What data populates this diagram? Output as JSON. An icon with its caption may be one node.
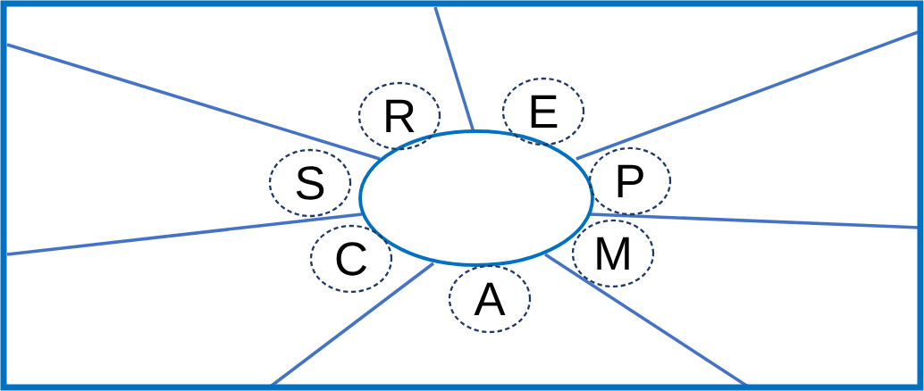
{
  "diagram": {
    "nodes": [
      {
        "text": [],
        "shape": "circle"
      },
      {
        "text": [
          "R"
        ]
      },
      {
        "text": [
          "E"
        ]
      },
      {
        "text": [
          "S"
        ]
      },
      {
        "text": [
          "P"
        ]
      },
      {
        "text": [
          "C"
        ]
      },
      {
        "text": [
          "M"
        ]
      },
      {
        "text": [
          "A"
        ]
      }
    ]
  }
}
